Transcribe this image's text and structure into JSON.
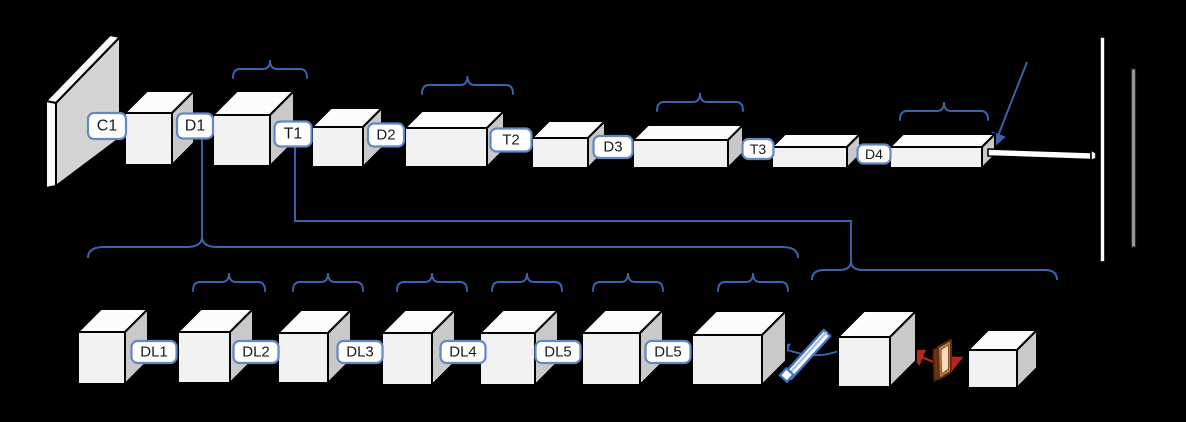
{
  "diagram": {
    "background_color": "#000000",
    "connector_color": "#3C63B0",
    "top_row": {
      "labels": [
        "C1",
        "D1",
        "T1",
        "D2",
        "T2",
        "D3",
        "T3",
        "D4"
      ]
    },
    "bottom_row": {
      "labels": [
        "DL1",
        "DL2",
        "DL3",
        "DL4",
        "DL5",
        "DL5"
      ]
    },
    "label_chip": {
      "fill": "#FFFFFF",
      "border_color": "#6487C8",
      "text_color": "#1A1A1A"
    },
    "box_faces": {
      "front": "#F2F2F2",
      "top": "#FCFCFC",
      "side": "#C9C9C9",
      "outline": "#000000"
    },
    "input_panel": {
      "face": "#D4D4D4",
      "edge": "#FAFAFA"
    },
    "screen_bars": {
      "bar1_fill": "#FFFFFF",
      "bar2_fill": "#9E9E9E"
    },
    "pencil_icon_color": "#4472C4",
    "canvas_icon": {
      "frame": "#C77B3D",
      "inner": "#F4DDC0",
      "edge_dark": "#5B2D10",
      "side": "#6B3413"
    },
    "red_arrow_color": "#B3271E"
  }
}
